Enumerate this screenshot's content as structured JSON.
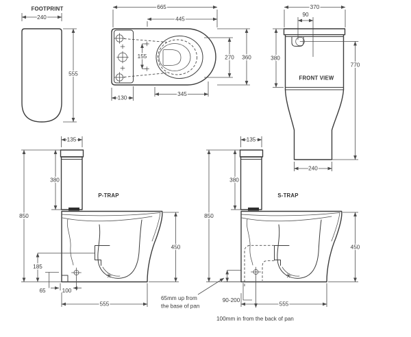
{
  "drawing": {
    "footprint": {
      "title": "FOOTPRINT",
      "width": "240",
      "depth": "555"
    },
    "plan": {
      "overall_length": "665",
      "seat_length": "445",
      "bowl_width": "270",
      "overall_width": "360",
      "fixing_centres": "155",
      "cistern_depth": "130",
      "bowl_length": "345"
    },
    "front": {
      "title": "FRONT VIEW",
      "overall_width": "370",
      "button_width": "90",
      "cistern_height": "380",
      "overall_height": "770",
      "base_width": "240"
    },
    "p_trap": {
      "title": "P-TRAP",
      "cistern_depth": "135",
      "cistern_height": "380",
      "overall_height": "850",
      "pan_height": "450",
      "outlet_height": "185",
      "offset_65": "65",
      "offset_100": "100",
      "pan_depth": "555"
    },
    "s_trap": {
      "title": "S-TRAP",
      "cistern_depth": "135",
      "cistern_height": "380",
      "overall_height": "850",
      "pan_height": "450",
      "outlet_range": "90-200",
      "pan_depth": "555"
    },
    "notes": {
      "inlet_line1": "65mm up from",
      "inlet_line2": "the base of pan",
      "back_offset": "100mm in from the back of pan"
    }
  }
}
